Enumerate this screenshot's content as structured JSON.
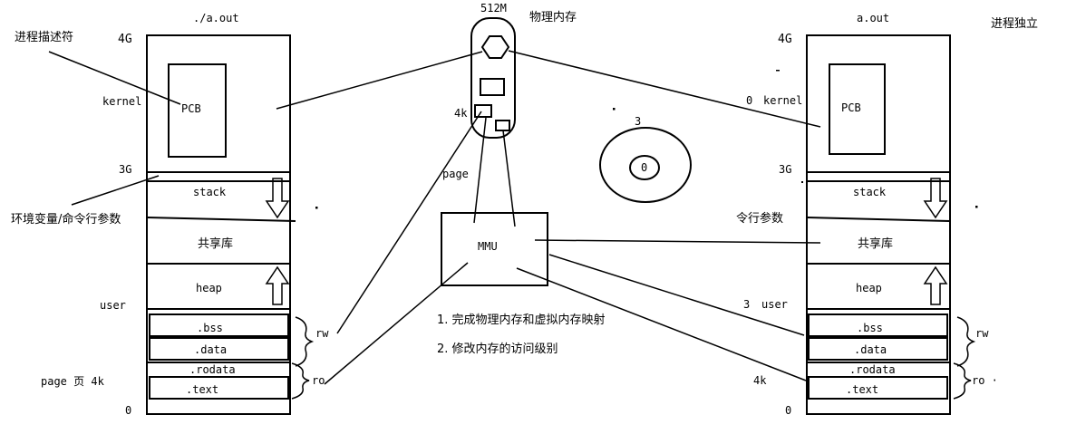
{
  "left": {
    "title": "./a.out",
    "mark_4g": "4G",
    "mark_3g": "3G",
    "mark_0": "0",
    "kernel": "kernel",
    "user": "user",
    "pcb": "PCB",
    "pcb_note": "进程描述符",
    "env_note": "环境变量/命令行参数",
    "page_note": "page 页 4k",
    "segments": [
      "stack",
      "共享库",
      "heap",
      ".bss",
      ".data",
      ".rodata",
      ".text"
    ],
    "rw": "rw",
    "ro": "ro"
  },
  "right": {
    "title": "a.out",
    "note": "进程独立",
    "mark_4g": "4G",
    "mark_3g": "3G",
    "mark_0": "0",
    "kernel_zero": "0",
    "kernel": "kernel",
    "user_num": "3",
    "user": "user",
    "size_4k": "4k",
    "pcb": "PCB",
    "env_note": "令行参数",
    "segments": [
      "stack",
      "共享库",
      "heap",
      ".bss",
      ".data",
      ".rodata",
      ".text"
    ],
    "rw": "rw",
    "ro": "ro ·"
  },
  "memory": {
    "size": "512M",
    "label": "物理内存",
    "size_4k": "4k",
    "page": "page"
  },
  "mmu": {
    "label": "MMU",
    "notes": [
      "1. 完成物理内存和虚拟内存映射",
      "2. 修改内存的访问级别"
    ]
  },
  "rings": {
    "outer": "3",
    "inner": "0"
  }
}
